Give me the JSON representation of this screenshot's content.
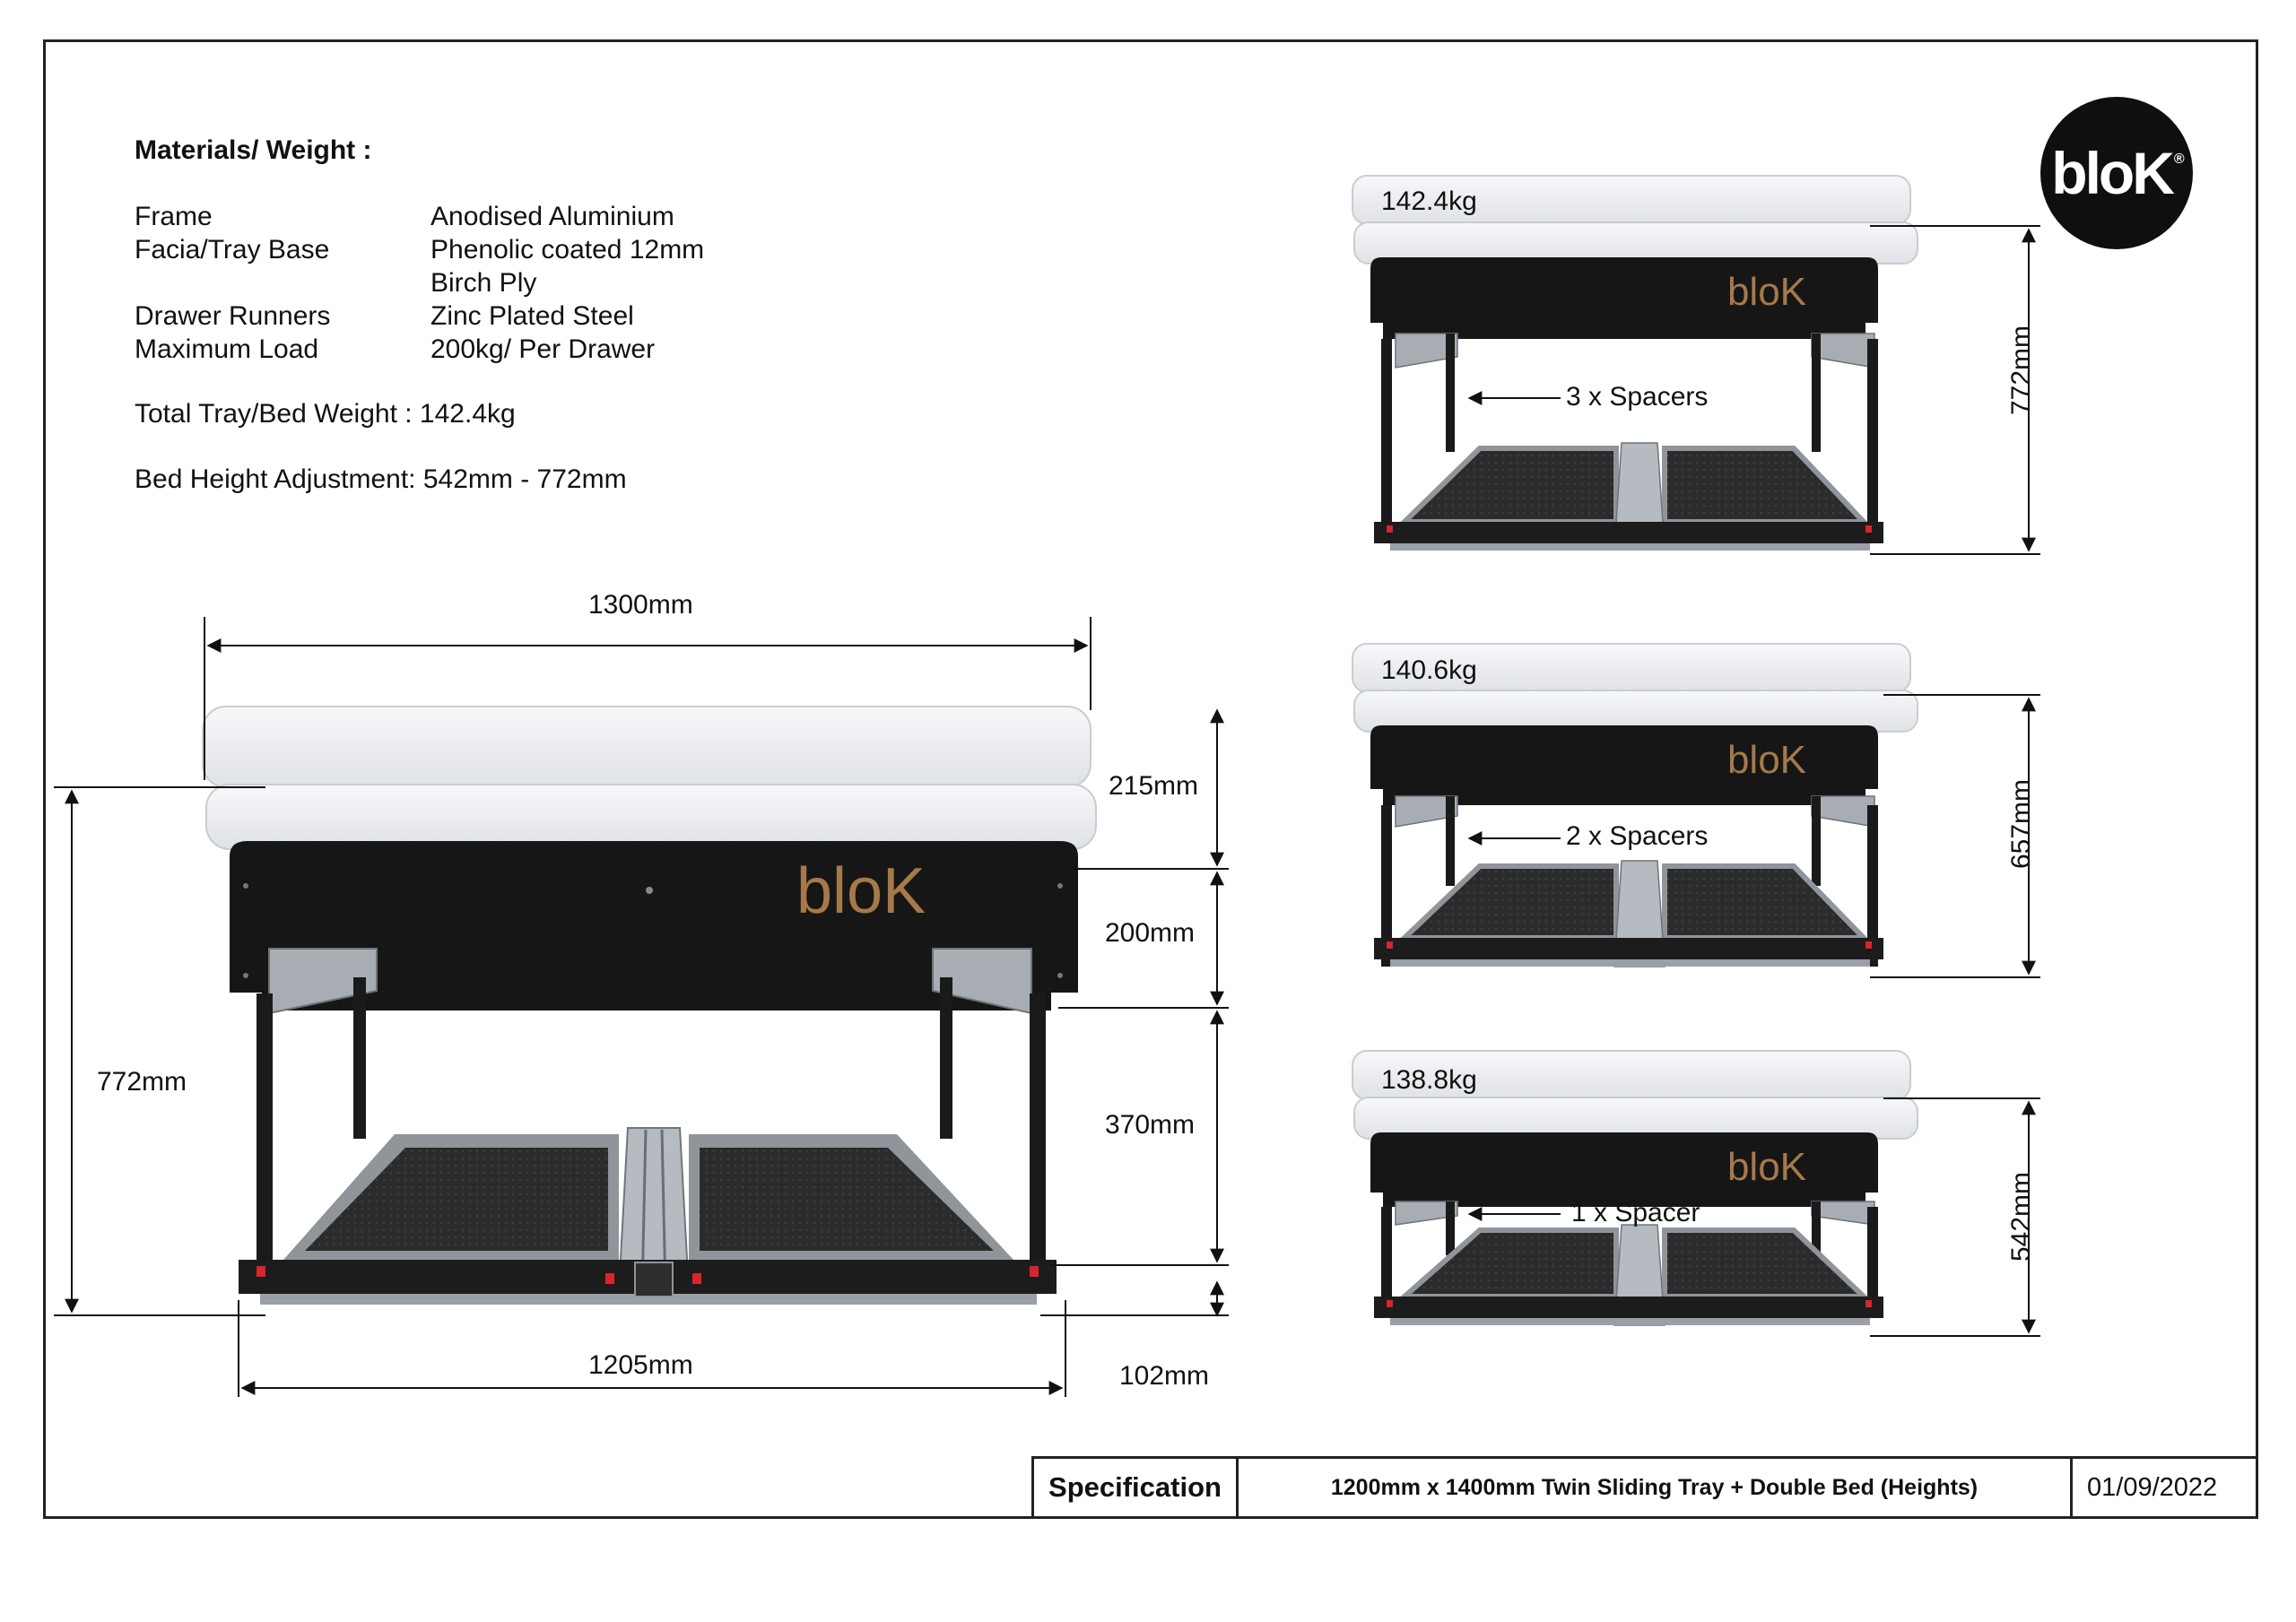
{
  "materials": {
    "heading": "Materials/ Weight :",
    "rows": [
      {
        "label": "Frame",
        "value": "Anodised Aluminium"
      },
      {
        "label": "Facia/Tray Base",
        "value": "Phenolic coated 12mm"
      },
      {
        "label": "",
        "value": "Birch Ply"
      },
      {
        "label": "Drawer Runners",
        "value": "Zinc Plated Steel"
      },
      {
        "label": "Maximum Load",
        "value": "200kg/ Per Drawer"
      }
    ],
    "total_weight": "Total Tray/Bed Weight :  142.4kg",
    "height_adjustment": "Bed Height Adjustment: 542mm - 772mm"
  },
  "logo": {
    "text": "bloK",
    "mark": "®"
  },
  "facia_brand": "bloK",
  "main_drawing": {
    "width_top": "1300mm",
    "width_bottom": "1205mm",
    "total_height": "772mm",
    "mattress_height": "215mm",
    "facia_height": "200mm",
    "leg_height": "370mm",
    "base_height": "102mm"
  },
  "variants": [
    {
      "weight": "142.4kg",
      "spacers": "3 x Spacers",
      "height": "772mm"
    },
    {
      "weight": "140.6kg",
      "spacers": "2 x Spacers",
      "height": "657mm"
    },
    {
      "weight": "138.8kg",
      "spacers": "1 x Spacer",
      "height": "542mm"
    }
  ],
  "footer": {
    "spec_label": "Specification",
    "description": "1200mm x 1400mm Twin Sliding Tray + Double Bed (Heights)",
    "date": "01/09/2022"
  },
  "colors": {
    "frame": "#161616",
    "mattress": "#eceef1",
    "wood_logo": "#a57a4b",
    "red_accent": "#d6252b",
    "metal": "#9aa0a6"
  }
}
